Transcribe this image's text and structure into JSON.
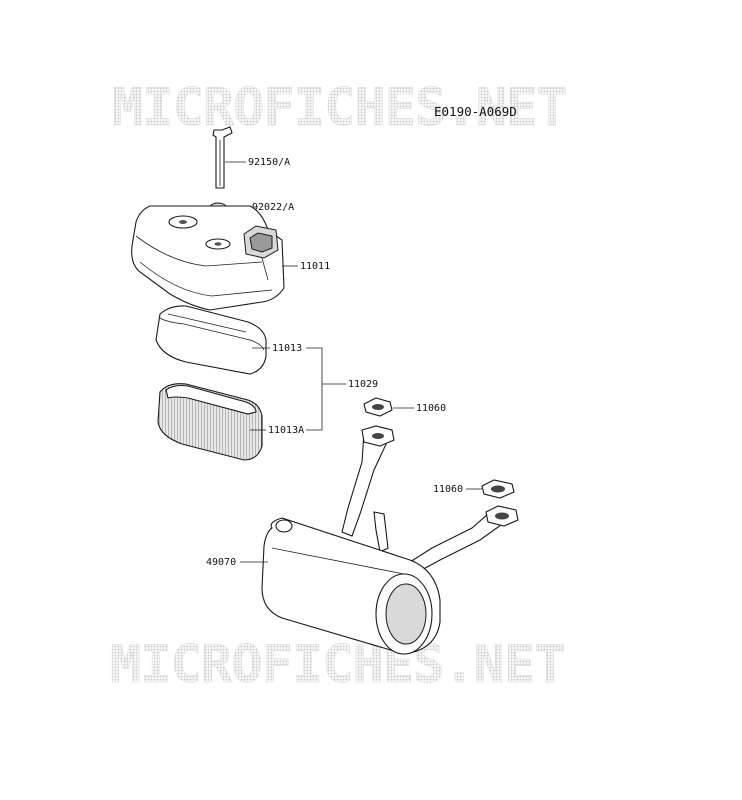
{
  "diagram": {
    "code": "E0190-A069D",
    "watermarks": [
      "MICROFICHES.NET",
      "MICROFICHES.NET"
    ],
    "parts": {
      "bolt": "92150/A",
      "washer": "92022/A",
      "cover": "11011",
      "element_outer": "11013",
      "assembly": "11029",
      "element_inner": "11013A",
      "gasket_upper": "11060",
      "gasket_lower": "11060",
      "muffler": "49070"
    }
  }
}
